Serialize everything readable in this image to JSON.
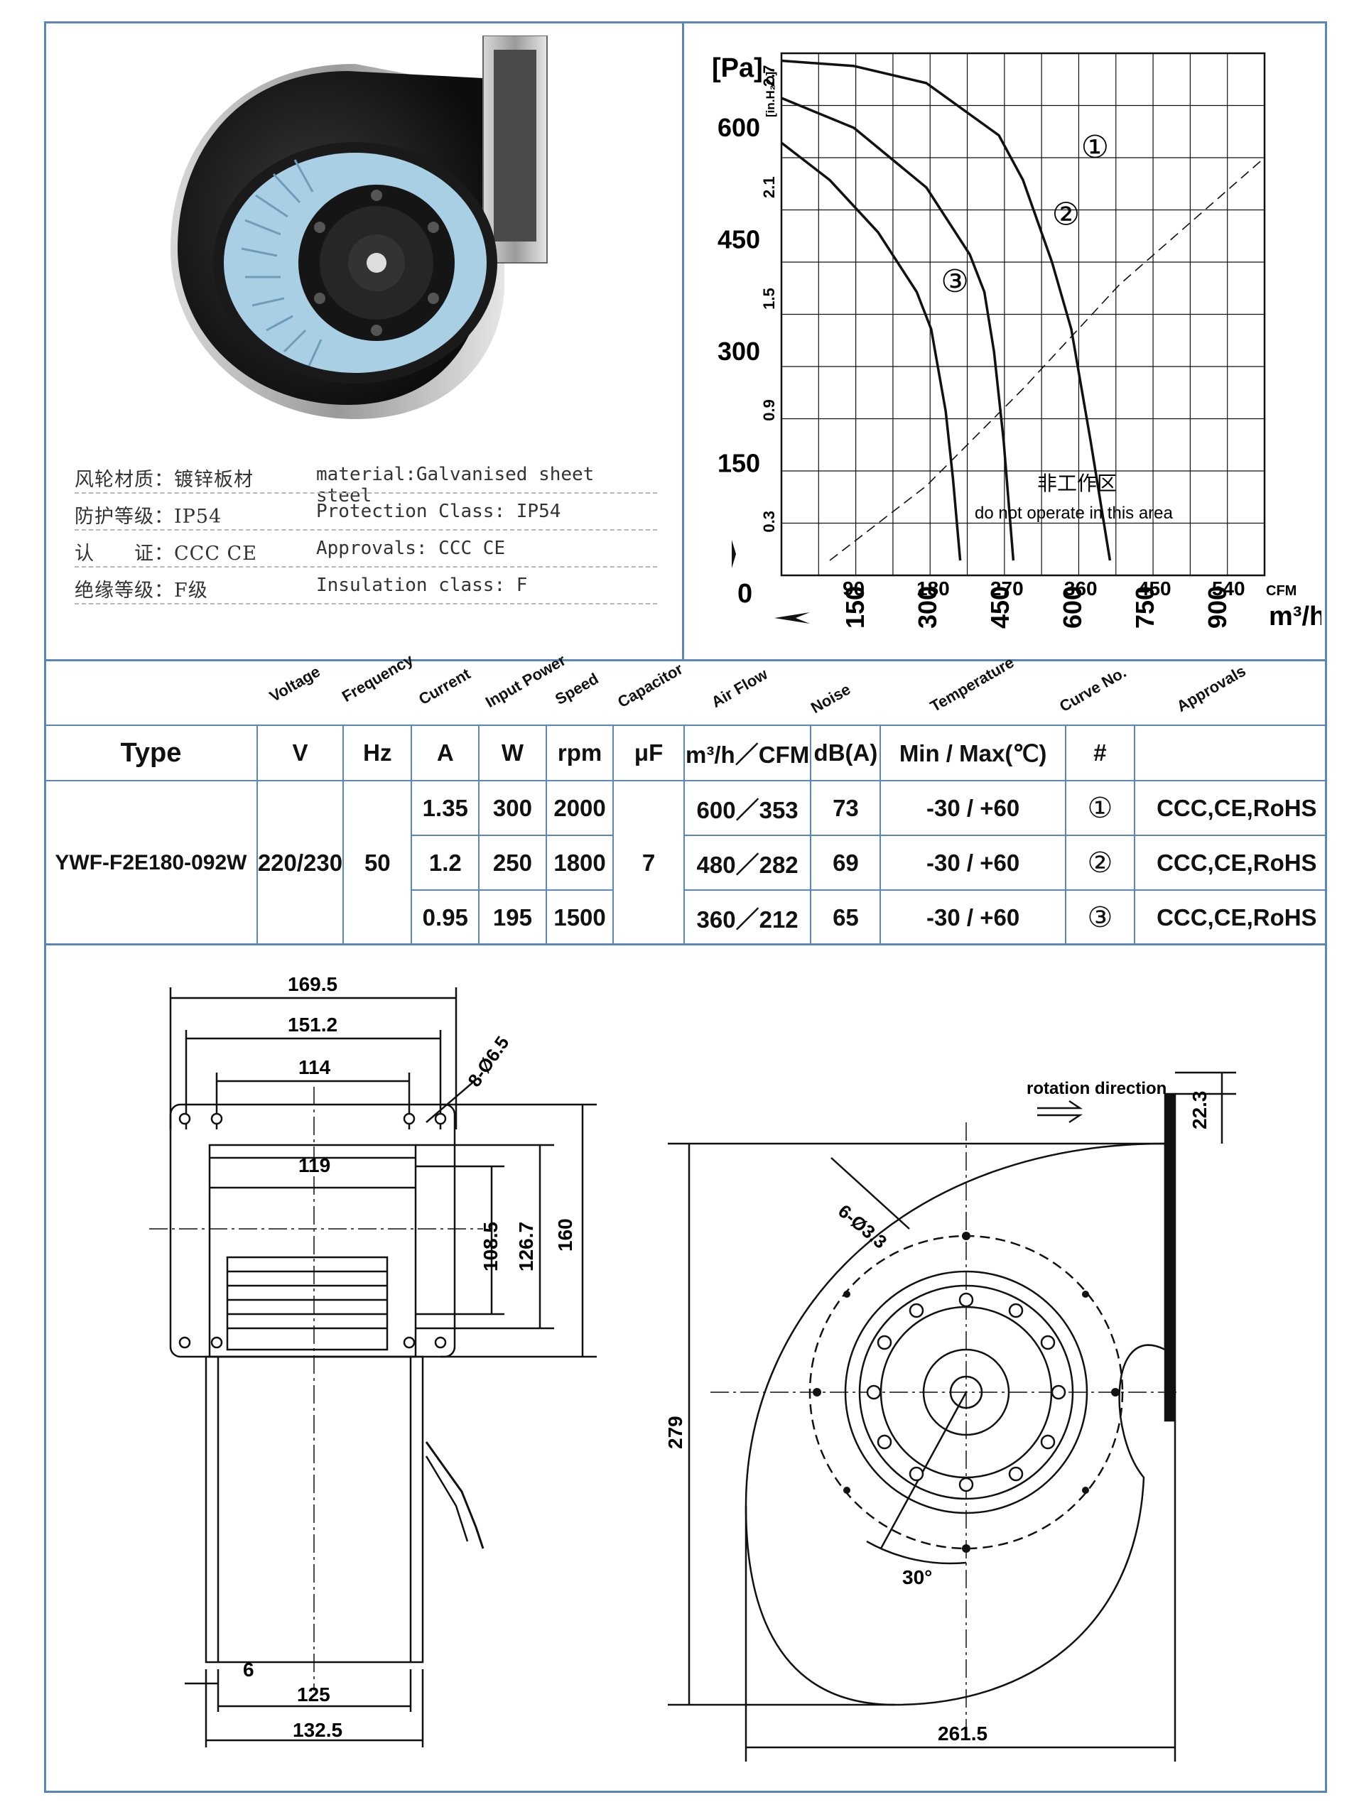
{
  "specs": {
    "rows": [
      {
        "cn": "风轮材质：镀锌板材",
        "en": "material:Galvanised sheet steel"
      },
      {
        "cn": "防护等级：IP54",
        "en": "Protection Class: IP54"
      },
      {
        "cn": "认　　证：CCC CE",
        "en": "Approvals: CCC  CE"
      },
      {
        "cn": "绝缘等级：F级",
        "en": "Insulation class: F"
      }
    ]
  },
  "chart_data": {
    "type": "line",
    "y_axis_pa_label": "[Pa]",
    "y_axis_inh2o_label": "[in.H₂O]",
    "y_ticks_pa": [
      "150",
      "300",
      "450",
      "600"
    ],
    "y_ticks_inh2o": [
      "0.3",
      "0.9",
      "1.5",
      "2.1",
      "2.7"
    ],
    "origin_label": "0",
    "x_ticks_cfm": [
      "90",
      "180",
      "270",
      "360",
      "450",
      "540"
    ],
    "x_unit_cfm": "CFM",
    "x_ticks_m3h": [
      "150",
      "300",
      "450",
      "600",
      "750",
      "900"
    ],
    "x_unit_m3h": "m³/h",
    "xlim_m3h": [
      0,
      1000
    ],
    "ylim_pa": [
      0,
      700
    ],
    "series": [
      {
        "name": "①",
        "x": [
          0,
          150,
          300,
          450,
          500,
          560,
          600,
          640,
          680
        ],
        "y": [
          690,
          683,
          660,
          590,
          530,
          420,
          330,
          180,
          20
        ]
      },
      {
        "name": "②",
        "x": [
          0,
          150,
          300,
          390,
          420,
          440,
          460,
          480
        ],
        "y": [
          640,
          600,
          520,
          430,
          380,
          300,
          180,
          20
        ]
      },
      {
        "name": "③",
        "x": [
          0,
          100,
          200,
          280,
          310,
          340,
          355,
          370
        ],
        "y": [
          580,
          530,
          460,
          380,
          330,
          220,
          130,
          20
        ]
      }
    ],
    "boundary_line": {
      "x": [
        100,
        300,
        500,
        700,
        1000
      ],
      "y": [
        20,
        120,
        250,
        390,
        560
      ]
    },
    "annotation_cn": "非工作区",
    "annotation_en": "do not operate in this area"
  },
  "table": {
    "col_headers": [
      "Voltage",
      "Frequency",
      "Current",
      "Input Power",
      "Speed",
      "Capacitor",
      "Air Flow",
      "Noise",
      "Temperature",
      "Curve No.",
      "Approvals"
    ],
    "type_label": "Type",
    "units": [
      "V",
      "Hz",
      "A",
      "W",
      "rpm",
      "μF",
      "m³/h／CFM",
      "dB(A)",
      "Min / Max(℃)",
      "#"
    ],
    "model": "YWF-F2E180-092W",
    "voltage": "220/230",
    "frequency": "50",
    "capacitor": "7",
    "rows": [
      {
        "current": "1.35",
        "power": "300",
        "speed": "2000",
        "airflow": "600／353",
        "noise": "73",
        "temp": "-30 / +60",
        "curve": "①",
        "approvals": "CCC,CE,RoHS"
      },
      {
        "current": "1.2",
        "power": "250",
        "speed": "1800",
        "airflow": "480／282",
        "noise": "69",
        "temp": "-30 / +60",
        "curve": "②",
        "approvals": "CCC,CE,RoHS"
      },
      {
        "current": "0.95",
        "power": "195",
        "speed": "1500",
        "airflow": "360／212",
        "noise": "65",
        "temp": "-30 / +60",
        "curve": "③",
        "approvals": "CCC,CE,RoHS"
      }
    ]
  },
  "drawing": {
    "front": {
      "d1": "169.5",
      "d2": "151.2",
      "d3": "114",
      "holes": "8-Ø6.5",
      "d4": "119",
      "h1": "108.5",
      "h2": "126.7",
      "h3": "160",
      "w6": "6",
      "w125": "125",
      "w1325": "132.5"
    },
    "side": {
      "rotation": "rotation direction",
      "h223": "22.3",
      "holes": "6-Ø3.3",
      "h279": "279",
      "angle": "30°",
      "w2615": "261.5"
    }
  }
}
